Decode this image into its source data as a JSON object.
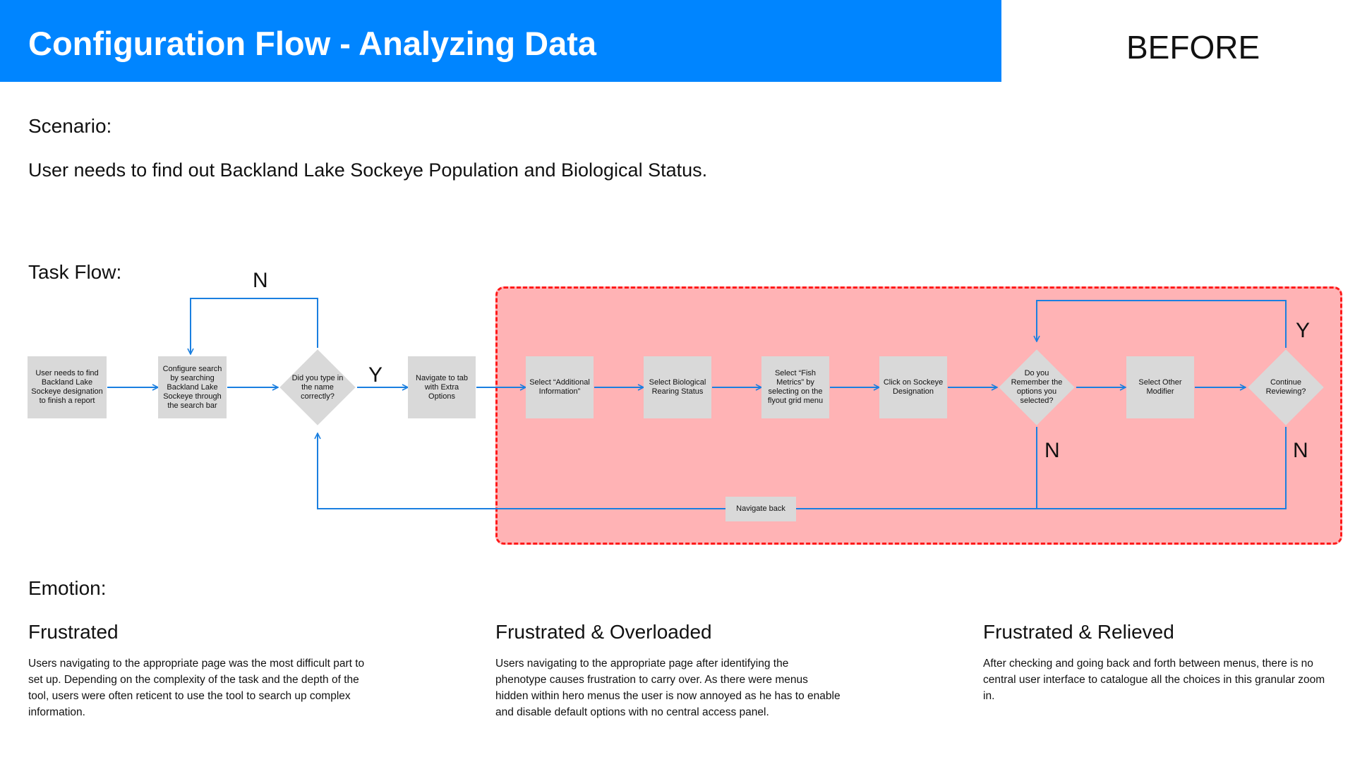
{
  "header": {
    "title": "Configuration Flow - Analyzing Data",
    "tag": "BEFORE"
  },
  "scenario": {
    "label": "Scenario:",
    "text": "User needs to find out Backland Lake Sockeye Population and Biological Status."
  },
  "task_flow": {
    "label": "Task Flow:",
    "steps": [
      "User needs to find Backland Lake Sockeye designation to finish a report",
      "Configure search by searching Backland Lake Sockeye through the search bar",
      "Navigate to tab with Extra Options",
      "Select “Additional Information”",
      "Select Biological Rearing Status",
      "Select “Fish Metrics” by selecting on the flyout grid menu",
      "Click on Sockeye Designation",
      "Select Other Modifier"
    ],
    "decisions": [
      "Did you type in the name correctly?",
      "Do you Remember the options you selected?",
      "Continue Reviewing?"
    ],
    "navigate_back": "Navigate back",
    "labels": {
      "yes": "Y",
      "no": "N"
    }
  },
  "emotion": {
    "label": "Emotion:",
    "columns": [
      {
        "title": "Frustrated",
        "text": "Users navigating to the appropriate page was the most difficult part to set up. Depending on the complexity of the task and the depth of the tool, users were often reticent to use the tool to search up complex information."
      },
      {
        "title": "Frustrated & Overloaded",
        "text": "Users navigating to the appropriate page after identifying the phenotype causes frustration to carry over. As there were menus hidden within hero menus the user is now annoyed as he has to enable and disable default options with no central access panel."
      },
      {
        "title": "Frustrated & Relieved",
        "text": "After checking and going back and forth between menus, there is no central user interface to catalogue all the choices in this granular zoom in."
      }
    ]
  },
  "colors": {
    "header": "#0085ff",
    "highlight_fill": "#ffb3b5",
    "highlight_border": "#ff1a1a",
    "connector": "#1a7fe0",
    "node": "#d9d9d9"
  }
}
